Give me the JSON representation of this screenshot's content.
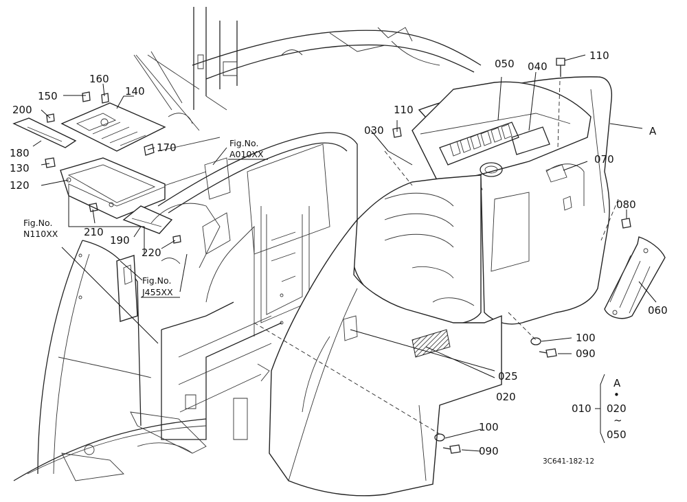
{
  "diagram": {
    "drawing_code": "3C641-182-12",
    "callouts": {
      "p010": "010",
      "p020": "020",
      "p025": "025",
      "p030": "030",
      "p040": "040",
      "p050": "050",
      "p060": "060",
      "p070": "070",
      "p080": "080",
      "p090a": "090",
      "p090b": "090",
      "p100a": "100",
      "p100b": "100",
      "p110a": "110",
      "p110b": "110",
      "p120": "120",
      "p130": "130",
      "p140": "140",
      "p150": "150",
      "p160": "160",
      "p170": "170",
      "p180": "180",
      "p190": "190",
      "p200": "200",
      "p210": "210",
      "p220": "220",
      "refA": "A"
    },
    "fig_refs": {
      "n110_label": "Fig.No.",
      "n110_code": "N110XX",
      "a010_label": "Fig.No.",
      "a010_code": "A010XX",
      "j455_label": "Fig.No.",
      "j455_code": "J455XX"
    },
    "assembly_key": {
      "top": "A",
      "dot": "•",
      "mid": "020",
      "tilde": "~",
      "bottom": "050",
      "parent": "010"
    }
  }
}
